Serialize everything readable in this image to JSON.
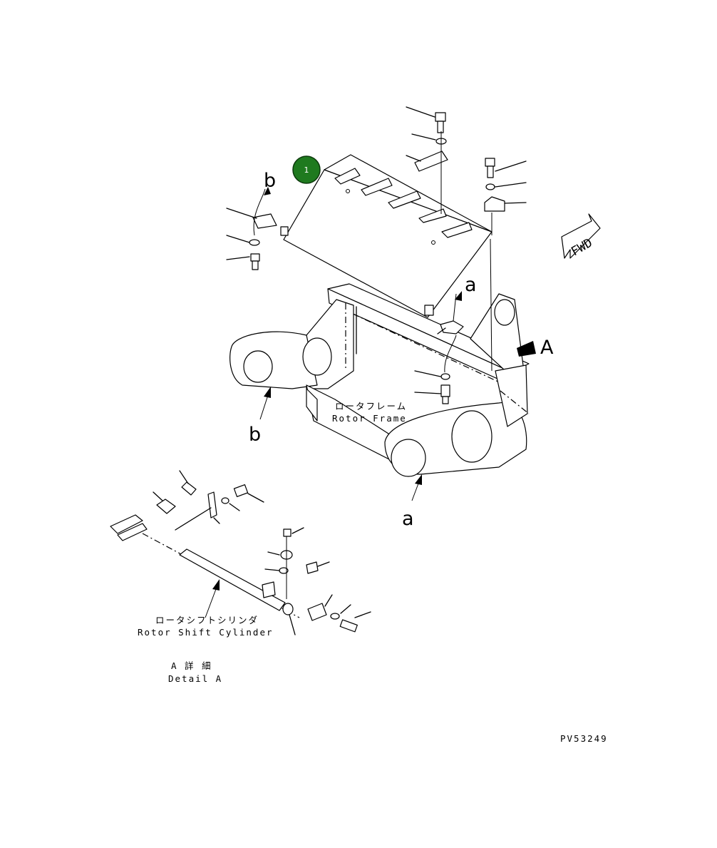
{
  "callout": {
    "number": "1",
    "color": "#1f7a1f"
  },
  "view_letters": {
    "b_top": "b",
    "b_bottom": "b",
    "a_top": "a",
    "a_bottom": "a",
    "A": "A"
  },
  "direction_sign": {
    "text": "FWD"
  },
  "labels": {
    "rotor_frame_jp": "ロータフレーム",
    "rotor_frame_en": "Rotor Frame",
    "rotor_shift_jp": "ロータシフトシリンダ",
    "rotor_shift_en": "Rotor Shift Cylinder",
    "detail_jp": "A 詳 細",
    "detail_en": "Detail A"
  },
  "drawing_code": "PV53249"
}
